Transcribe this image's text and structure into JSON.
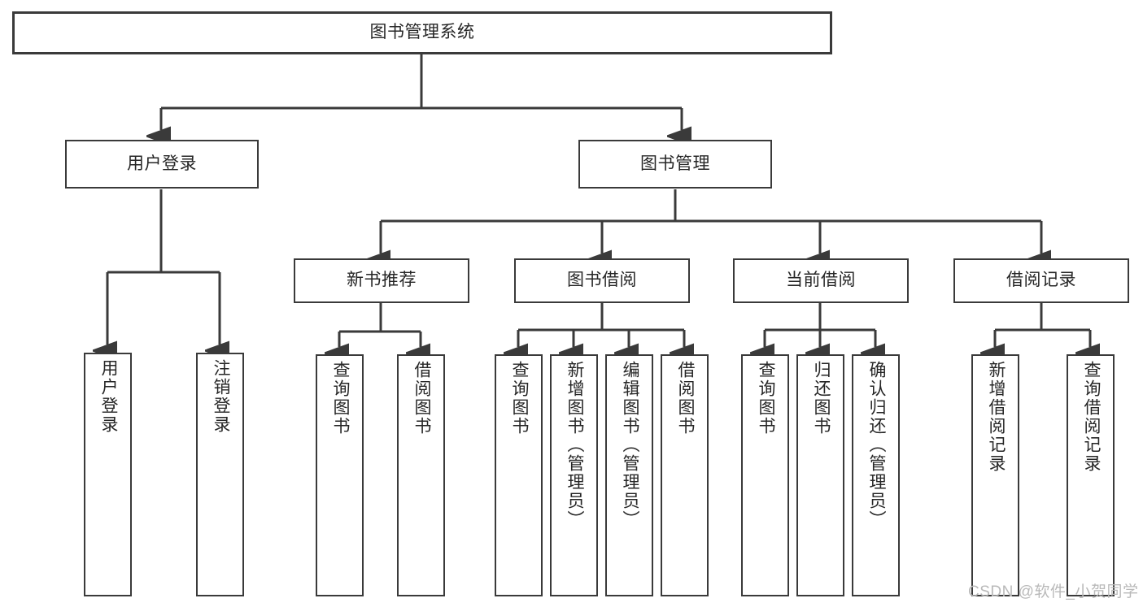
{
  "diagram": {
    "title_box": {
      "label": "图书管理系统"
    },
    "level1": [
      {
        "id": "user-login",
        "label": "用户登录"
      },
      {
        "id": "book-management",
        "label": "图书管理"
      }
    ],
    "level2": [
      {
        "id": "new-book-recommend",
        "label": "新书推荐"
      },
      {
        "id": "book-borrow",
        "label": "图书借阅"
      },
      {
        "id": "current-borrow",
        "label": "当前借阅"
      },
      {
        "id": "borrow-record",
        "label": "借阅记录"
      }
    ],
    "leaves": [
      {
        "id": "leaf-user-login",
        "label": "用户登录",
        "parent": "user-login"
      },
      {
        "id": "leaf-user-logout",
        "label": "注销登录",
        "parent": "user-login"
      },
      {
        "id": "leaf-query-book-1",
        "label": "查询图书",
        "parent": "new-book-recommend"
      },
      {
        "id": "leaf-borrow-book-1",
        "label": "借阅图书",
        "parent": "new-book-recommend"
      },
      {
        "id": "leaf-query-book-2",
        "label": "查询图书",
        "parent": "book-borrow"
      },
      {
        "id": "leaf-add-book",
        "label": "新增图书（管理员）",
        "parent": "book-borrow"
      },
      {
        "id": "leaf-edit-book",
        "label": "编辑图书（管理员）",
        "parent": "book-borrow"
      },
      {
        "id": "leaf-borrow-book-2",
        "label": "借阅图书",
        "parent": "book-borrow"
      },
      {
        "id": "leaf-query-book-3",
        "label": "查询图书",
        "parent": "current-borrow"
      },
      {
        "id": "leaf-return-book",
        "label": "归还图书",
        "parent": "current-borrow"
      },
      {
        "id": "leaf-confirm-return",
        "label": "确认归还（管理员）",
        "parent": "current-borrow"
      },
      {
        "id": "leaf-add-record",
        "label": "新增借阅记录",
        "parent": "borrow-record"
      },
      {
        "id": "leaf-query-record",
        "label": "查询借阅记录",
        "parent": "borrow-record"
      }
    ],
    "watermark": {
      "text": "CSDN @软件_小贺同学"
    },
    "colors": {
      "line": "#3a3a3a",
      "box_border": "#3a3a3a",
      "background": "#ffffff",
      "text": "#262626",
      "watermark": "#b9b9b9"
    }
  }
}
